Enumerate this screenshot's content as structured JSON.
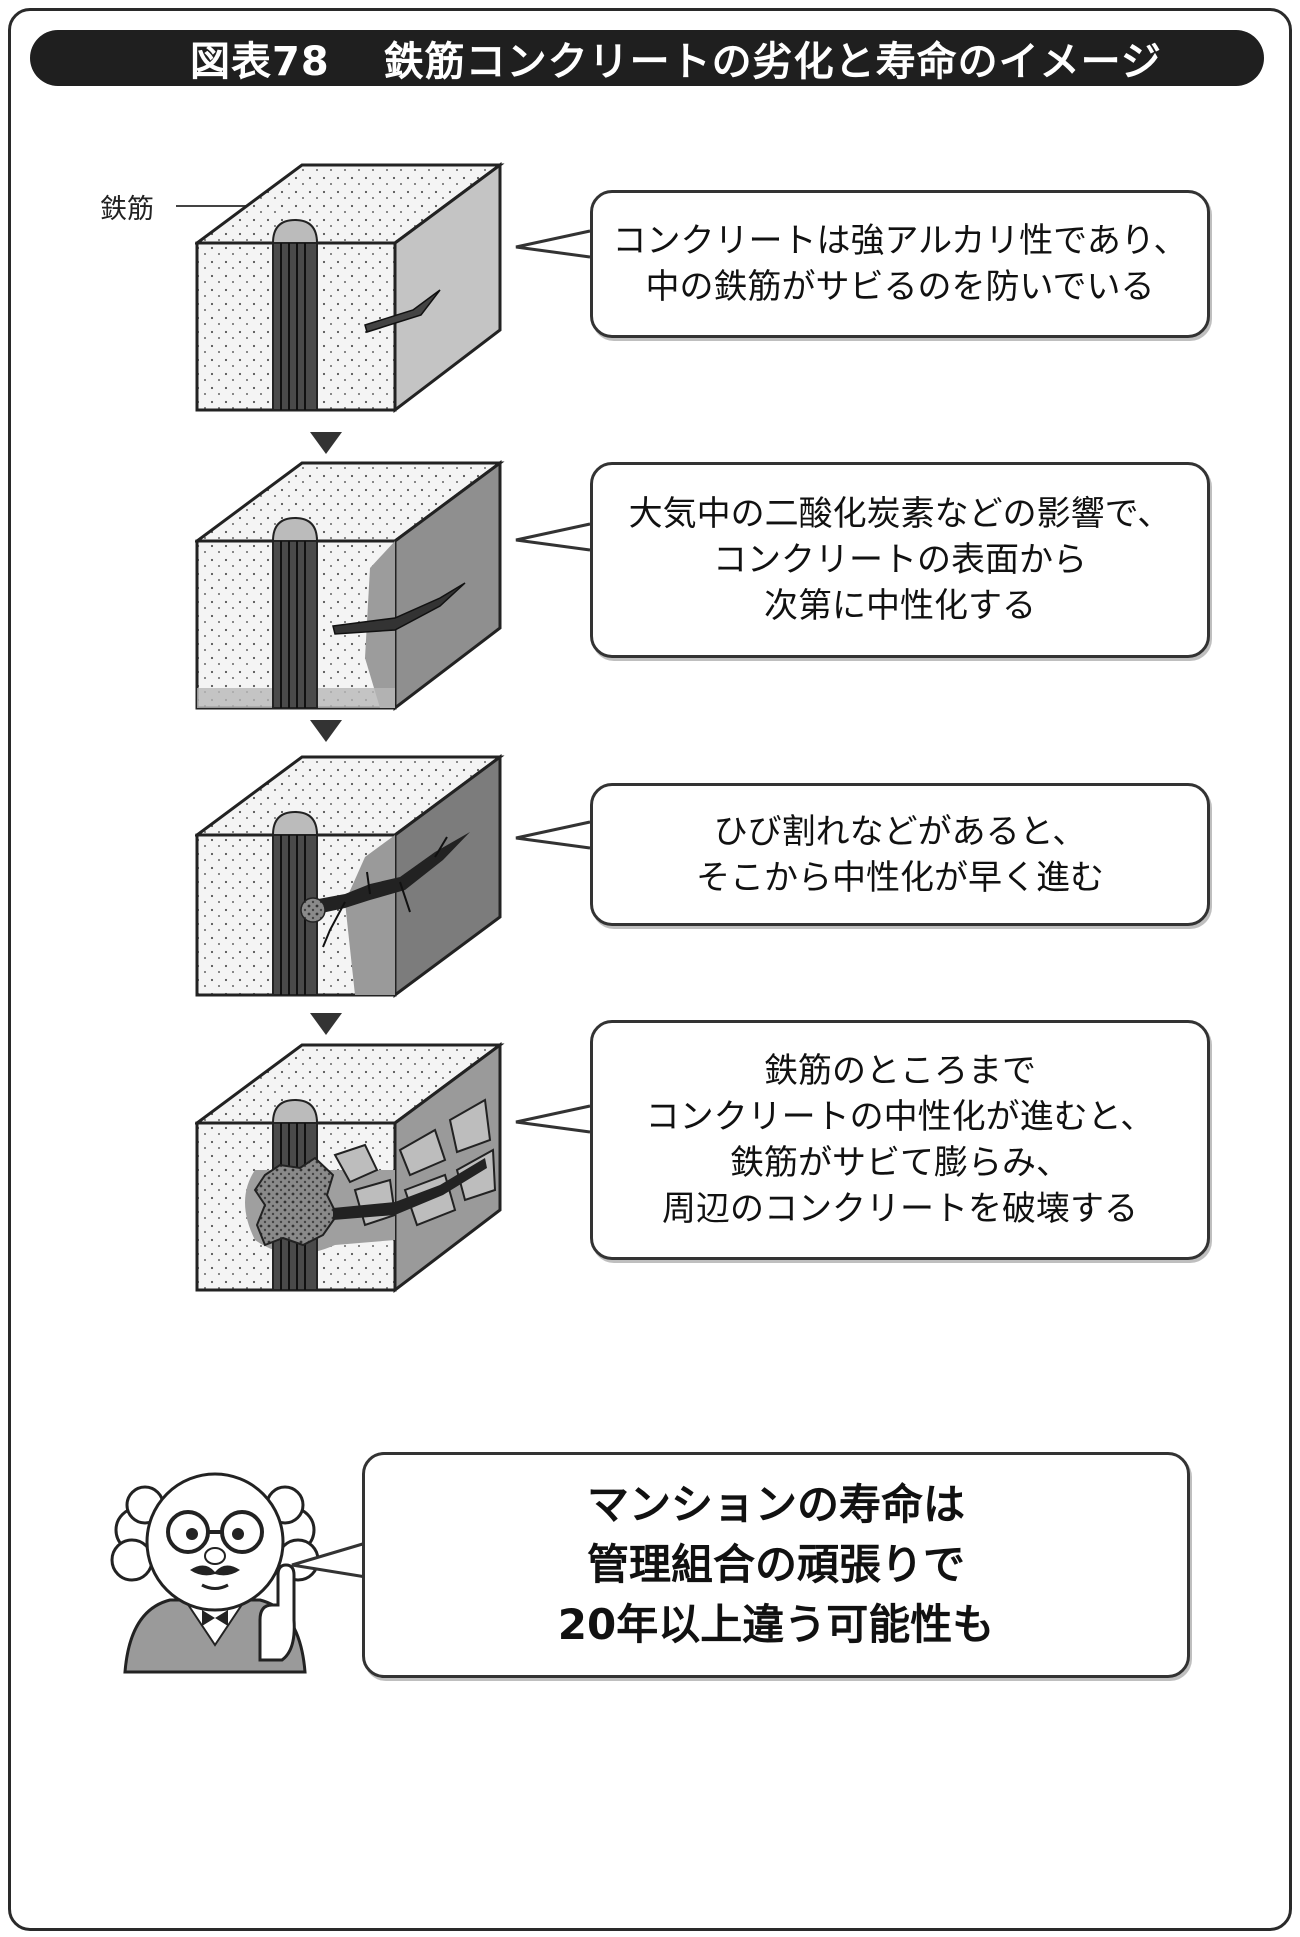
{
  "title": {
    "figure_number": "図表78",
    "text": "鉄筋コンクリートの劣化と寿命のイメージ"
  },
  "rebar_label": "鉄筋",
  "stages": [
    {
      "lines": [
        "コンクリートは強アルカリ性であり、",
        "中の鉄筋がサビるのを防いでいる"
      ]
    },
    {
      "lines": [
        "大気中の二酸化炭素などの影響で、",
        "コンクリートの表面から",
        "次第に中性化する"
      ]
    },
    {
      "lines": [
        "ひび割れなどがあると、",
        "そこから中性化が早く進む"
      ]
    },
    {
      "lines": [
        "鉄筋のところまで",
        "コンクリートの中性化が進むと、",
        "鉄筋がサビて膨らみ、",
        "周辺のコンクリートを破壊する"
      ]
    }
  ],
  "final_message": {
    "lines": [
      "マンションの寿命は",
      "管理組合の頑張りで",
      "20年以上違う可能性も"
    ]
  }
}
